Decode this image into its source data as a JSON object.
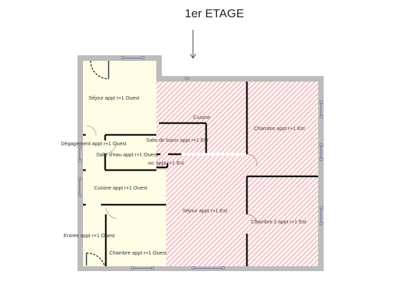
{
  "title": "1er ETAGE",
  "arrow": "down-arrow",
  "colors": {
    "wall_outer": "#bcbcbc",
    "west_fill": "#fdfde6",
    "east_fill": "#fdf2f2",
    "east_hatch": "#e7a2a8",
    "wall_inner": "#111111",
    "window": "#6a6a9a"
  },
  "rooms": {
    "west": [
      {
        "label": "Séjour appt r+1 Ouest"
      },
      {
        "label": "Dégagement appt r+1 Ouest"
      },
      {
        "label": "Salle d'eau appt r+1 Ouest"
      },
      {
        "label": "Cuisine appt r+1 Ouest"
      },
      {
        "label": "Entrée appt r+1 Ouest"
      },
      {
        "label": "Chambre appt r+1 Ouest"
      }
    ],
    "east": [
      {
        "label": "Cuisine"
      },
      {
        "label": "Salle de bains appt r+1 Est"
      },
      {
        "label": "wc appt r+1 Est"
      },
      {
        "label": "Chambre appt r+1 Est"
      },
      {
        "label": "Séjour appt r+1 Est"
      },
      {
        "label": "Chambre 2 appt r+1 Est"
      }
    ]
  }
}
